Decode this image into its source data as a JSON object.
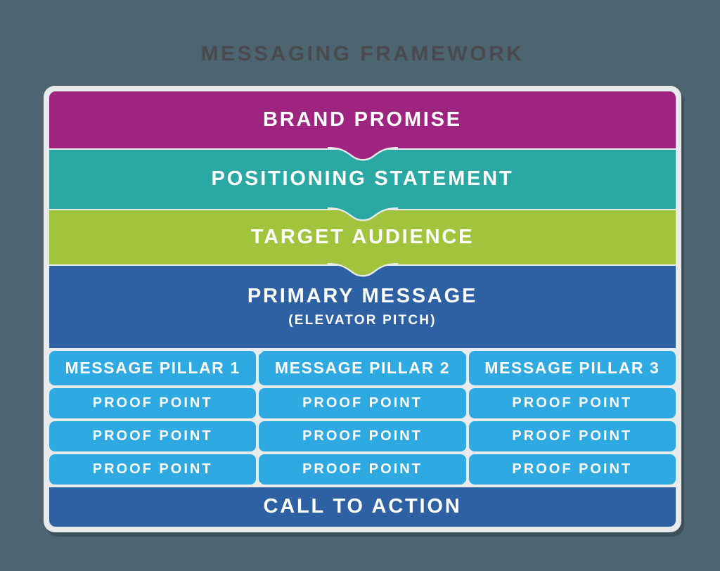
{
  "page_title": "MESSAGING FRAMEWORK",
  "colors": {
    "background": "#4C6571",
    "panel": "#E8EAEB",
    "title_text": "#4A4A4E",
    "brand_promise": "#9F2480",
    "positioning_statement": "#2AA8A4",
    "target_audience": "#A2C43C",
    "primary_message": "#2E61A4",
    "pillar_blue": "#2FA9E1",
    "call_to_action": "#2E61A4",
    "band_text": "#FFFFFF"
  },
  "framework": {
    "levels": [
      {
        "label": "BRAND PROMISE"
      },
      {
        "label": "POSITIONING STATEMENT"
      },
      {
        "label": "TARGET AUDIENCE"
      },
      {
        "label": "PRIMARY MESSAGE",
        "sublabel": "(ELEVATOR PITCH)"
      }
    ],
    "pillars": [
      {
        "label": "MESSAGE PILLAR 1",
        "proof_points": [
          "PROOF POINT",
          "PROOF POINT",
          "PROOF POINT"
        ]
      },
      {
        "label": "MESSAGE PILLAR 2",
        "proof_points": [
          "PROOF POINT",
          "PROOF POINT",
          "PROOF POINT"
        ]
      },
      {
        "label": "MESSAGE PILLAR 3",
        "proof_points": [
          "PROOF POINT",
          "PROOF POINT",
          "PROOF POINT"
        ]
      }
    ],
    "call_to_action": {
      "label": "CALL TO ACTION"
    }
  }
}
